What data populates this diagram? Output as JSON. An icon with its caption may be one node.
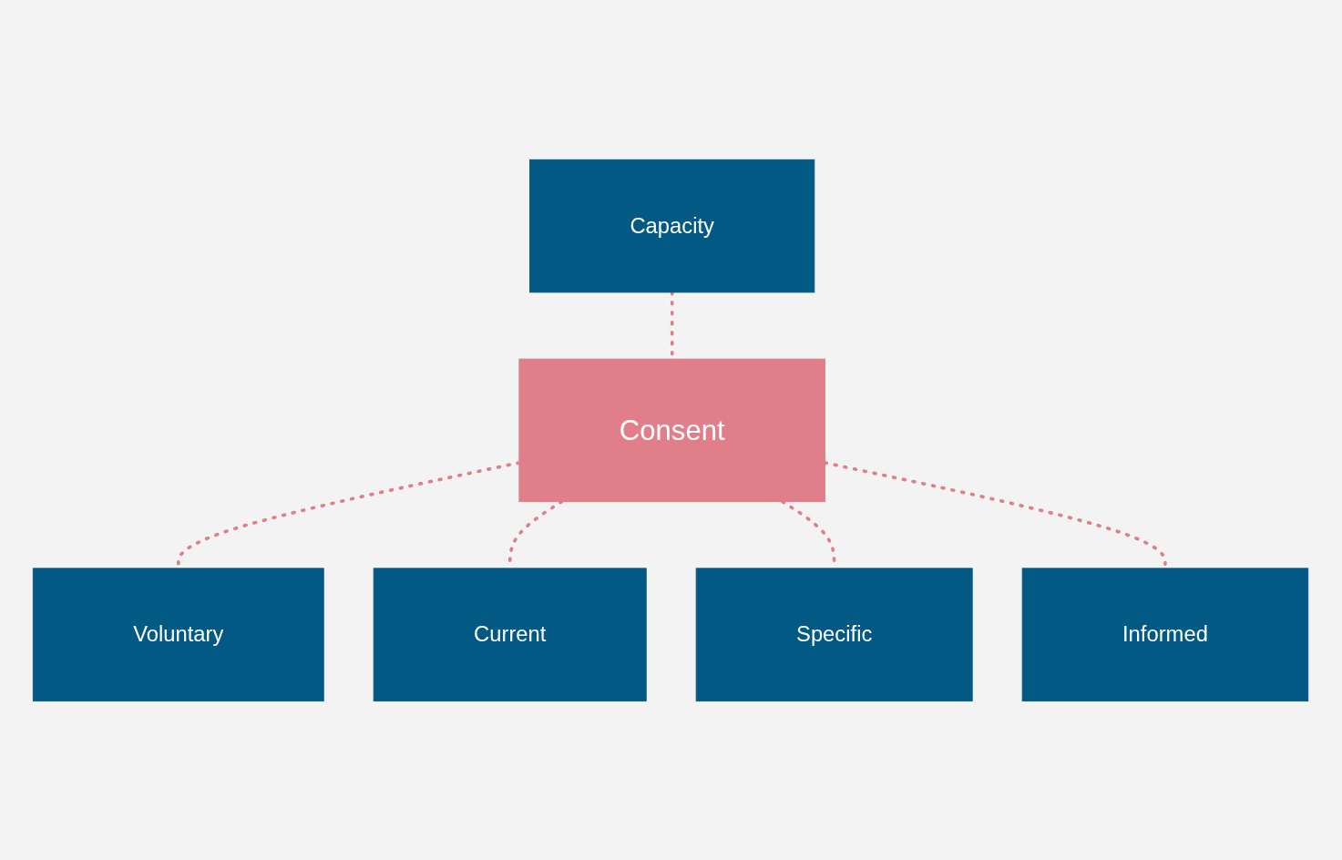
{
  "diagram": {
    "nodes": [
      {
        "text": [
          "Capacity"
        ]
      },
      {
        "text": [
          "Consent"
        ]
      },
      {
        "text": [
          "Voluntary"
        ]
      },
      {
        "text": [
          "Current"
        ]
      },
      {
        "text": [
          "Specific"
        ]
      },
      {
        "text": [
          "Informed"
        ]
      }
    ],
    "edges": [
      {
        "from": 0,
        "to": 1,
        "arrow": "none",
        "style": "dashed"
      },
      {
        "from": 1,
        "to": 2,
        "arrow": "none",
        "style": "dashed"
      },
      {
        "from": 1,
        "to": 3,
        "arrow": "none",
        "style": "dashed"
      },
      {
        "from": 1,
        "to": 4,
        "arrow": "none",
        "style": "dashed"
      },
      {
        "from": 1,
        "to": 5,
        "arrow": "none",
        "style": "dashed"
      }
    ]
  }
}
